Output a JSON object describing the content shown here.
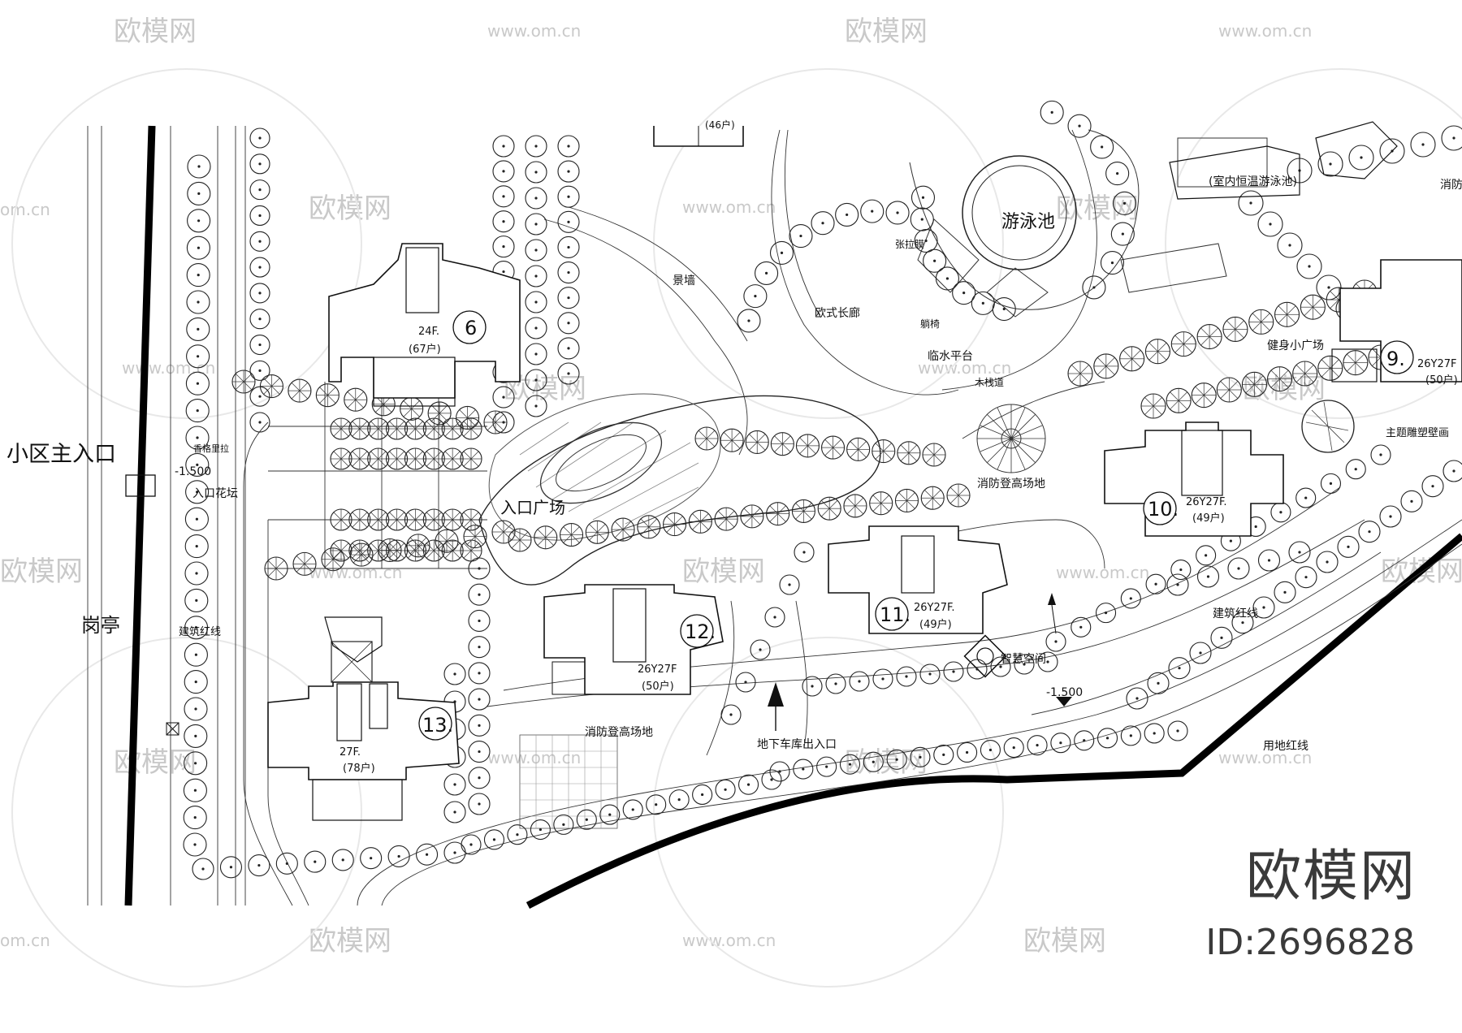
{
  "labels": {
    "main_entrance": "小区主入口",
    "guard_booth": "岗亭",
    "level_entrance": "-1.500",
    "shangri_la": "香格里拉",
    "entrance_flowerbed": "入口花坛",
    "entrance_plaza": "入口广场",
    "landscape_wall": "景墙",
    "euro_corridor": "欧式长廊",
    "tensile_membrane": "张拉膜",
    "lounge_chair": "躺椅",
    "waterside_platform": "临水平台",
    "boardwalk": "木栈道",
    "swimming_pool": "游泳池",
    "indoor_pool": "(室内恒温游泳池)",
    "fire_access_top": "消防",
    "fitness_plaza": "健身小广场",
    "main_sculpture": "主题雕塑壁画",
    "fire_climbing_right": "消防登高场地",
    "building_redline_left": "建筑红线",
    "building_redline_right": "建筑红线",
    "land_redline": "用地红线",
    "smart_space": "智慧空间",
    "level_road": "-1.500",
    "fire_climbing_bottom": "消防登高场地",
    "garage_exit": "地下车库出入口"
  },
  "buildings": [
    {
      "number": "6",
      "floors": "24F.",
      "units": "(67户)"
    },
    {
      "number": "9.",
      "floors": "26Y27F",
      "units": "(50户)"
    },
    {
      "number": "10.",
      "floors": "26Y27F.",
      "units": "(49户)"
    },
    {
      "number": "11.",
      "floors": "26Y27F.",
      "units": "(49户)"
    },
    {
      "number": "12.",
      "floors": "26Y27F",
      "units": "(50户)"
    },
    {
      "number": "13.",
      "floors": "27F.",
      "units": "(78户)"
    }
  ],
  "top_unit_fragment": "(46户)",
  "watermarks": {
    "site_text": "欧模网",
    "url": "www.om.cn",
    "url_short": "om.cn",
    "logo_text": "欧模网",
    "id_text": "ID:2696828"
  }
}
